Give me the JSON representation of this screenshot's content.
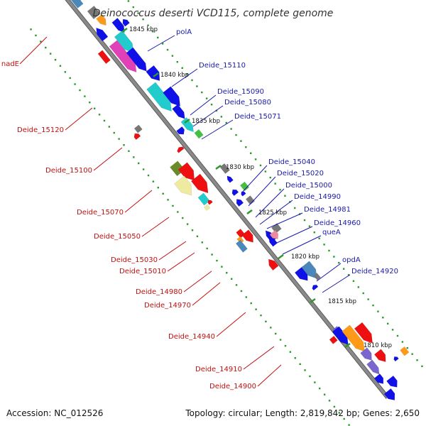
{
  "title": "Deinococcus deserti VCD115, complete genome",
  "footer": {
    "accession": "Accession: NC_012526",
    "topology": "Topology: circular; Length: 2,819,842 bp; Genes: 2,650"
  },
  "colors": {
    "backbone": "#8a8a8a",
    "blue": "#1010e8",
    "cyan": "#22cccc",
    "magenta": "#e040b8",
    "red": "#ee1010",
    "green": "#44c040",
    "olive": "#6a8a2a",
    "khaki": "#eeeaa0",
    "orange": "#ff9a18",
    "purple": "#7a66cc",
    "steel": "#4a88bb",
    "grey": "#777777",
    "pink": "#ee8aa0",
    "tick_green": "#2a9a2a",
    "label_blue": "#1a1aaa",
    "label_red": "#c01010"
  },
  "ticks": [
    {
      "text": "1845 kbp"
    },
    {
      "text": "1840 kbp"
    },
    {
      "text": "1835 kbp"
    },
    {
      "text": "1830 kbp"
    },
    {
      "text": "1825 kbp"
    },
    {
      "text": "1820 kbp"
    },
    {
      "text": "1815 kbp"
    },
    {
      "text": "1810 kbp"
    }
  ],
  "labels_blue": [
    {
      "text": "polA"
    },
    {
      "text": "Deide_15110"
    },
    {
      "text": "Deide_15090"
    },
    {
      "text": "Deide_15080"
    },
    {
      "text": "Deide_15071"
    },
    {
      "text": "Deide_15040"
    },
    {
      "text": "Deide_15020"
    },
    {
      "text": "Deide_15000"
    },
    {
      "text": "Deide_14990"
    },
    {
      "text": "Deide_14981"
    },
    {
      "text": "Deide_14960"
    },
    {
      "text": "queA"
    },
    {
      "text": "opdA"
    },
    {
      "text": "Deide_14920"
    }
  ],
  "labels_red": [
    {
      "text": "nadE"
    },
    {
      "text": "Deide_15120"
    },
    {
      "text": "Deide_15100"
    },
    {
      "text": "Deide_15070"
    },
    {
      "text": "Deide_15050"
    },
    {
      "text": "Deide_15030"
    },
    {
      "text": "Deide_15010"
    },
    {
      "text": "Deide_14980"
    },
    {
      "text": "Deide_14970"
    },
    {
      "text": "Deide_14940"
    },
    {
      "text": "Deide_14910"
    },
    {
      "text": "Deide_14900"
    }
  ]
}
